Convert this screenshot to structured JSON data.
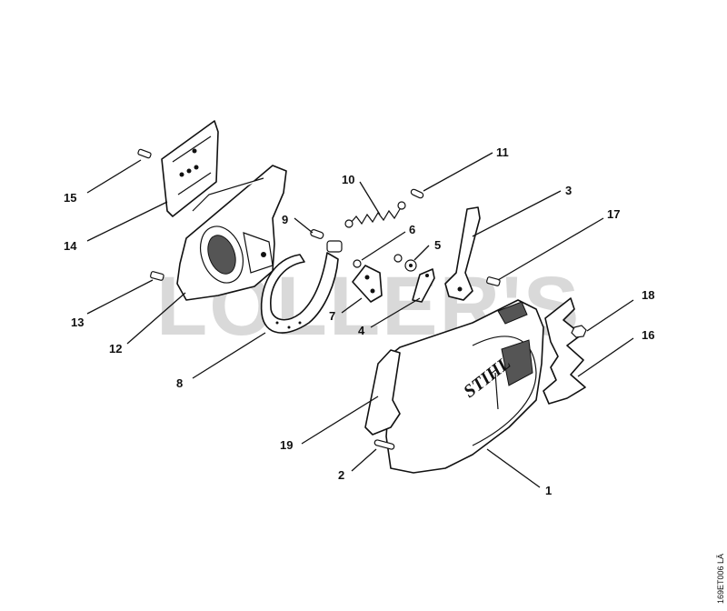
{
  "watermark": "LOLLER'S",
  "brand": "STIHL",
  "drawing_code": "169ET006 LÄ",
  "callouts": [
    {
      "id": "1",
      "label": "1"
    },
    {
      "id": "2",
      "label": "2"
    },
    {
      "id": "3",
      "label": "3"
    },
    {
      "id": "4",
      "label": "4"
    },
    {
      "id": "5",
      "label": "5"
    },
    {
      "id": "6",
      "label": "6"
    },
    {
      "id": "7",
      "label": "7"
    },
    {
      "id": "8",
      "label": "8"
    },
    {
      "id": "9",
      "label": "9"
    },
    {
      "id": "10",
      "label": "10"
    },
    {
      "id": "11",
      "label": "11"
    },
    {
      "id": "12",
      "label": "12"
    },
    {
      "id": "13",
      "label": "13"
    },
    {
      "id": "14",
      "label": "14"
    },
    {
      "id": "15",
      "label": "15"
    },
    {
      "id": "16",
      "label": "16"
    },
    {
      "id": "17",
      "label": "17"
    },
    {
      "id": "18",
      "label": "18"
    },
    {
      "id": "19",
      "label": "19"
    }
  ]
}
